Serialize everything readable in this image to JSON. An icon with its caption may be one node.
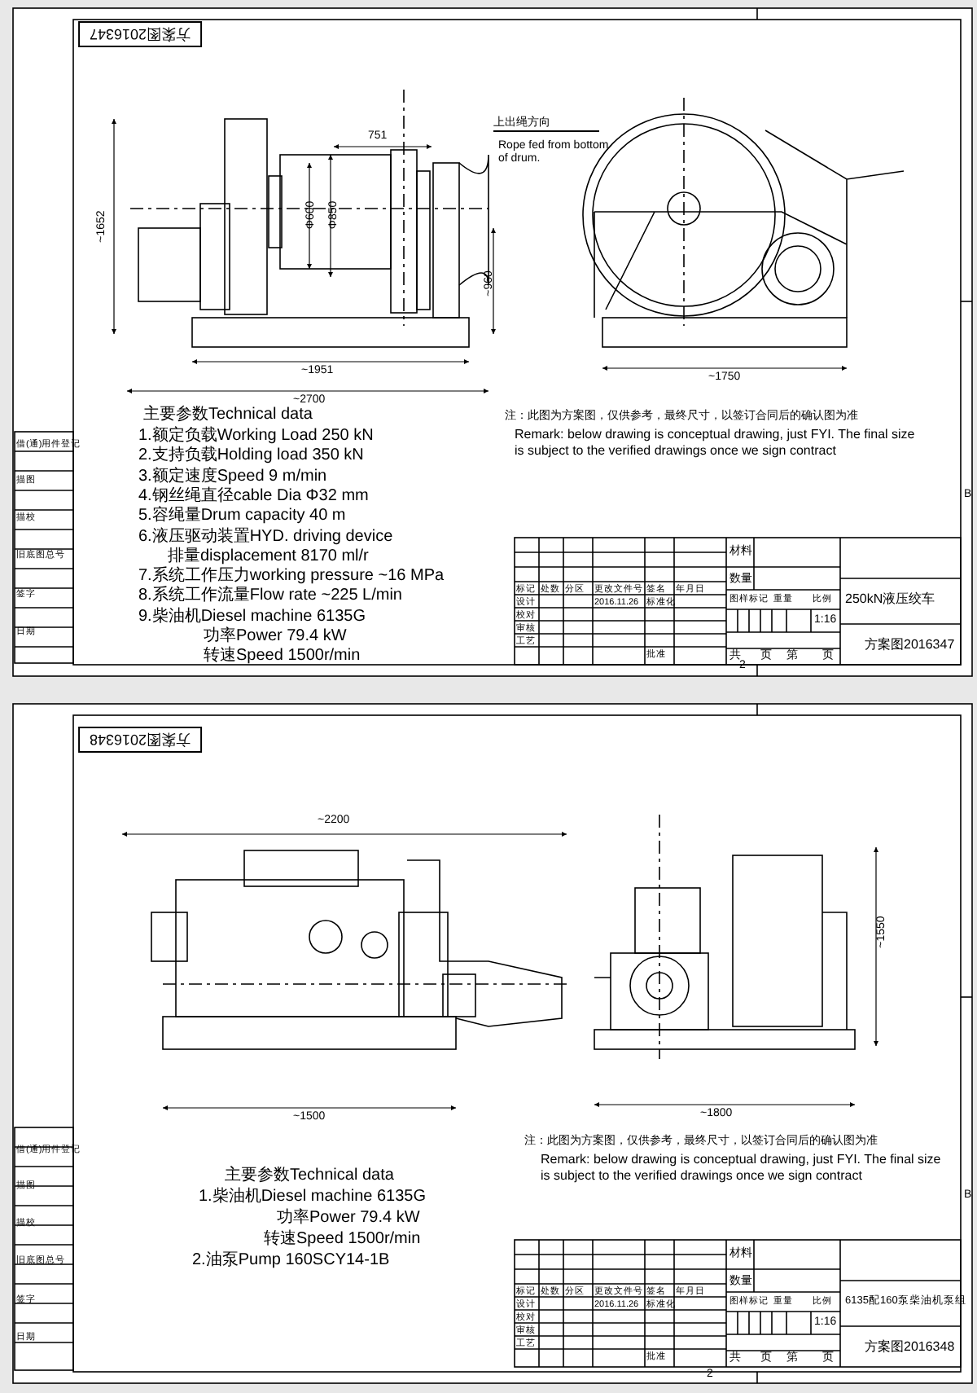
{
  "diagram": {
    "labels": [
      "方案图2016347",
      "751",
      "~1652",
      "Φ600",
      "Φ850",
      "~960",
      "~1951",
      "~2700",
      "上出绳方向",
      "Rope fed from bottom of drum.",
      "~1750",
      "主要参数Technical data",
      "1.额定负载Working Load 250 kN",
      "2.支持负载Holding load 350 kN",
      "3.额定速度Speed 9 m/min",
      "4.钢丝绳直径cable Dia Φ32 mm",
      "5.容绳量Drum capacity 40 m",
      "6.液压驱动装置HYD. driving device",
      "排量displacement 8170 ml/r",
      "7.系统工作压力working pressure ~16 MPa",
      "8.系统工作流量Flow rate ~225 L/min",
      "9.柴油机Diesel machine 6135G",
      "功率Power 79.4 kW",
      "转速Speed 1500r/min",
      "注：此图为方案图，仅供参考，最终尺寸，以签订合同后的确认图为准",
      "Remark: below drawing is conceptual drawing, just FYI. The final size is subject to the verified drawings once we sign contract",
      "标记",
      "处数",
      "分区",
      "更改文件号",
      "签名",
      "年月日",
      "设计",
      "2016.11.26",
      "标准化",
      "校对",
      "审核",
      "工艺",
      "批准",
      "材料",
      "数量",
      "图样标记",
      "重量",
      "比例",
      "1:16",
      "共",
      "页",
      "第",
      "页",
      "250kN液压绞车",
      "方案图2016347",
      "借(通)用件登记",
      "描图",
      "描校",
      "旧底图总号",
      "签字",
      "日期",
      "B",
      "2",
      "方案图2016348",
      "~2200",
      "~1550",
      "~1500",
      "~1800",
      "主要参数Technical data",
      "1.柴油机Diesel machine 6135G",
      "功率Power 79.4 kW",
      "转速Speed 1500r/min",
      "2.油泵Pump 160SCY14-1B",
      "注：此图为方案图，仅供参考，最终尺寸，以签订合同后的确认图为准",
      "Remark: below drawing is conceptual drawing, just FYI. The final size is subject to the verified drawings once we sign contract",
      "标记",
      "处数",
      "分区",
      "更改文件号",
      "签名",
      "年月日",
      "设计",
      "2016.11.26",
      "标准化",
      "校对",
      "审核",
      "工艺",
      "批准",
      "材料",
      "数量",
      "图样标记",
      "重量",
      "比例",
      "1:16",
      "共",
      "页",
      "第",
      "页",
      "6135配160泵柴油机泵组",
      "方案图2016348",
      "借(通)用件登记",
      "描图",
      "描校",
      "旧底图总号",
      "签字",
      "日期",
      "B",
      "2"
    ]
  }
}
